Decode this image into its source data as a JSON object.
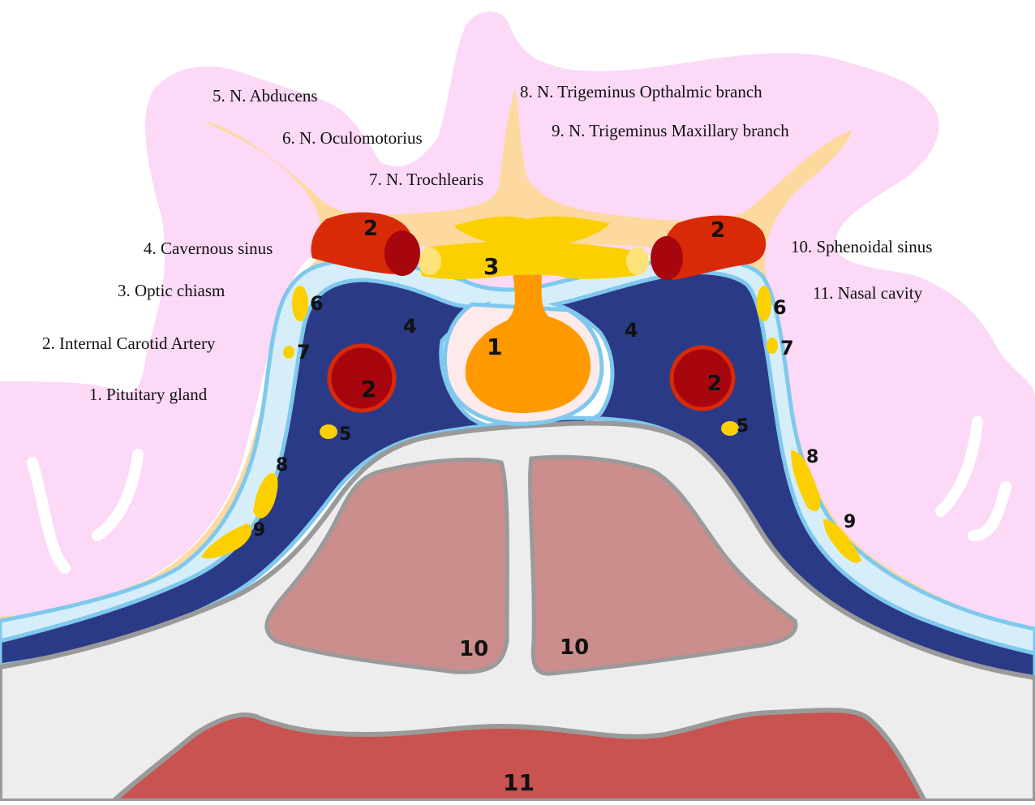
{
  "legend": {
    "l1": "1. Pituitary gland",
    "l2": "2. Internal Carotid Artery",
    "l3": "3. Optic chiasm",
    "l4": "4. Cavernous sinus",
    "l5": "5. N. Abducens",
    "l6": "6. N. Oculomotorius",
    "l7": "7. N. Trochlearis",
    "l8": "8. N. Trigeminus Opthalmic branch",
    "l9": "9. N. Trigeminus Maxillary branch",
    "l10": "10. Sphenoidal sinus",
    "l11": "11. Nasal cavity"
  },
  "numbers": {
    "n1": "1",
    "n2": "2",
    "n3": "3",
    "n4": "4",
    "n5": "5",
    "n6": "6",
    "n7": "7",
    "n8": "8",
    "n9": "9",
    "n10": "10",
    "n11": "11"
  },
  "colors": {
    "brain": "#fbd9f7",
    "csf": "#fdd9a0",
    "dura_light": "#d6eef9",
    "dura_line": "#7fc8ee",
    "sinus": "#2b3a86",
    "pituitary": "#fe9a00",
    "artery_red": "#d92a07",
    "artery_dark": "#a8060f",
    "nerve": "#fcd000",
    "bone": "#ededed",
    "bone_line": "#9a9a9a",
    "sphenoid": "#cb8e8c",
    "nasal": "#c85350"
  }
}
